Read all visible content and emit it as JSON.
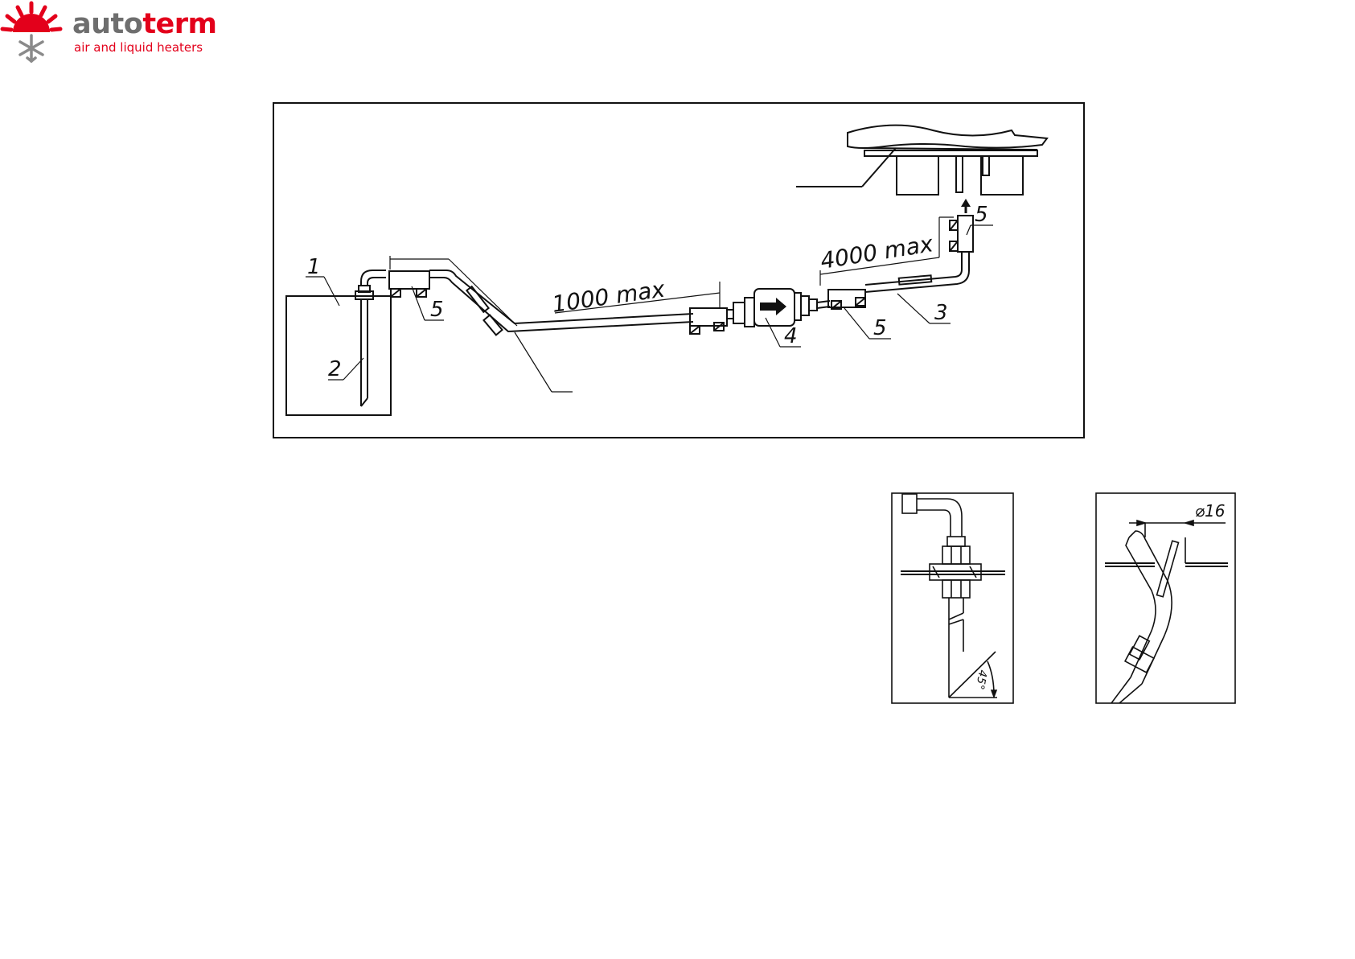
{
  "brand": {
    "name_part1": "auto",
    "name_part2": "term",
    "tagline": "air and liquid heaters",
    "color_red": "#e3001b",
    "color_gray": "#6e6e6e"
  },
  "main_diagram": {
    "callouts": {
      "c1": "1",
      "c2": "2",
      "c3": "3",
      "c4": "4",
      "c5_left": "5",
      "c5_mid": "5",
      "c5_top": "5"
    },
    "dimensions": {
      "inlet": "1000 max",
      "outlet": "4000 max"
    }
  },
  "detail_right": {
    "diameter": "⌀16"
  },
  "detail_left": {
    "angle": "45°"
  }
}
